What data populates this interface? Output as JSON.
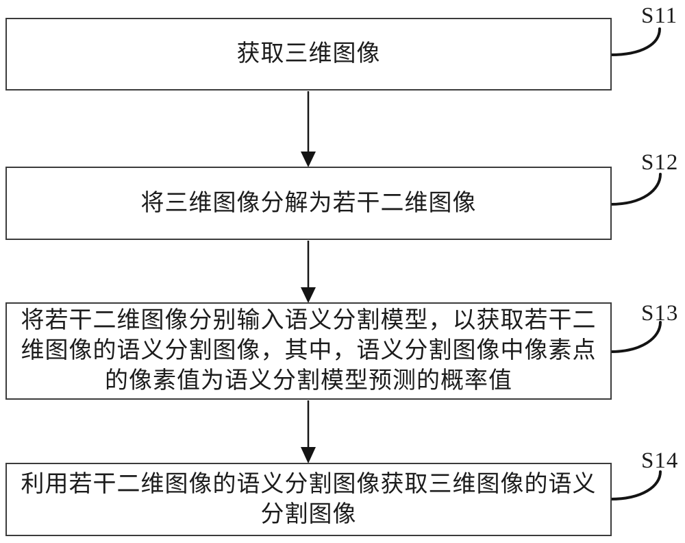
{
  "colors": {
    "background": "#ffffff",
    "ink": "#1c1c1c",
    "box_border": "#3b3b3b"
  },
  "steps": [
    {
      "label": "S11",
      "text": "获取三维图像",
      "lines": [
        "获取三维图像"
      ]
    },
    {
      "label": "S12",
      "text": "将三维图像分解为若干二维图像",
      "lines": [
        "将三维图像分解为若干二维图像"
      ]
    },
    {
      "label": "S13",
      "text": "将若干二维图像分别输入语义分割模型，以获取若干二维图像的语义分割图像，其中，语义分割图像中像素点的像素值为语义分割模型预测的概率值",
      "lines": [
        "将若干二维图像分别输入语义分割模型，以获取若干二",
        "维图像的语义分割图像，其中，语义分割图像中像素点",
        "的像素值为语义分割模型预测的概率值"
      ]
    },
    {
      "label": "S14",
      "text": "利用若干二维图像的语义分割图像获取三维图像的语义分割图像",
      "lines": [
        "利用若干二维图像的语义分割图像获取三维图像的语义",
        "分割图像"
      ]
    }
  ]
}
